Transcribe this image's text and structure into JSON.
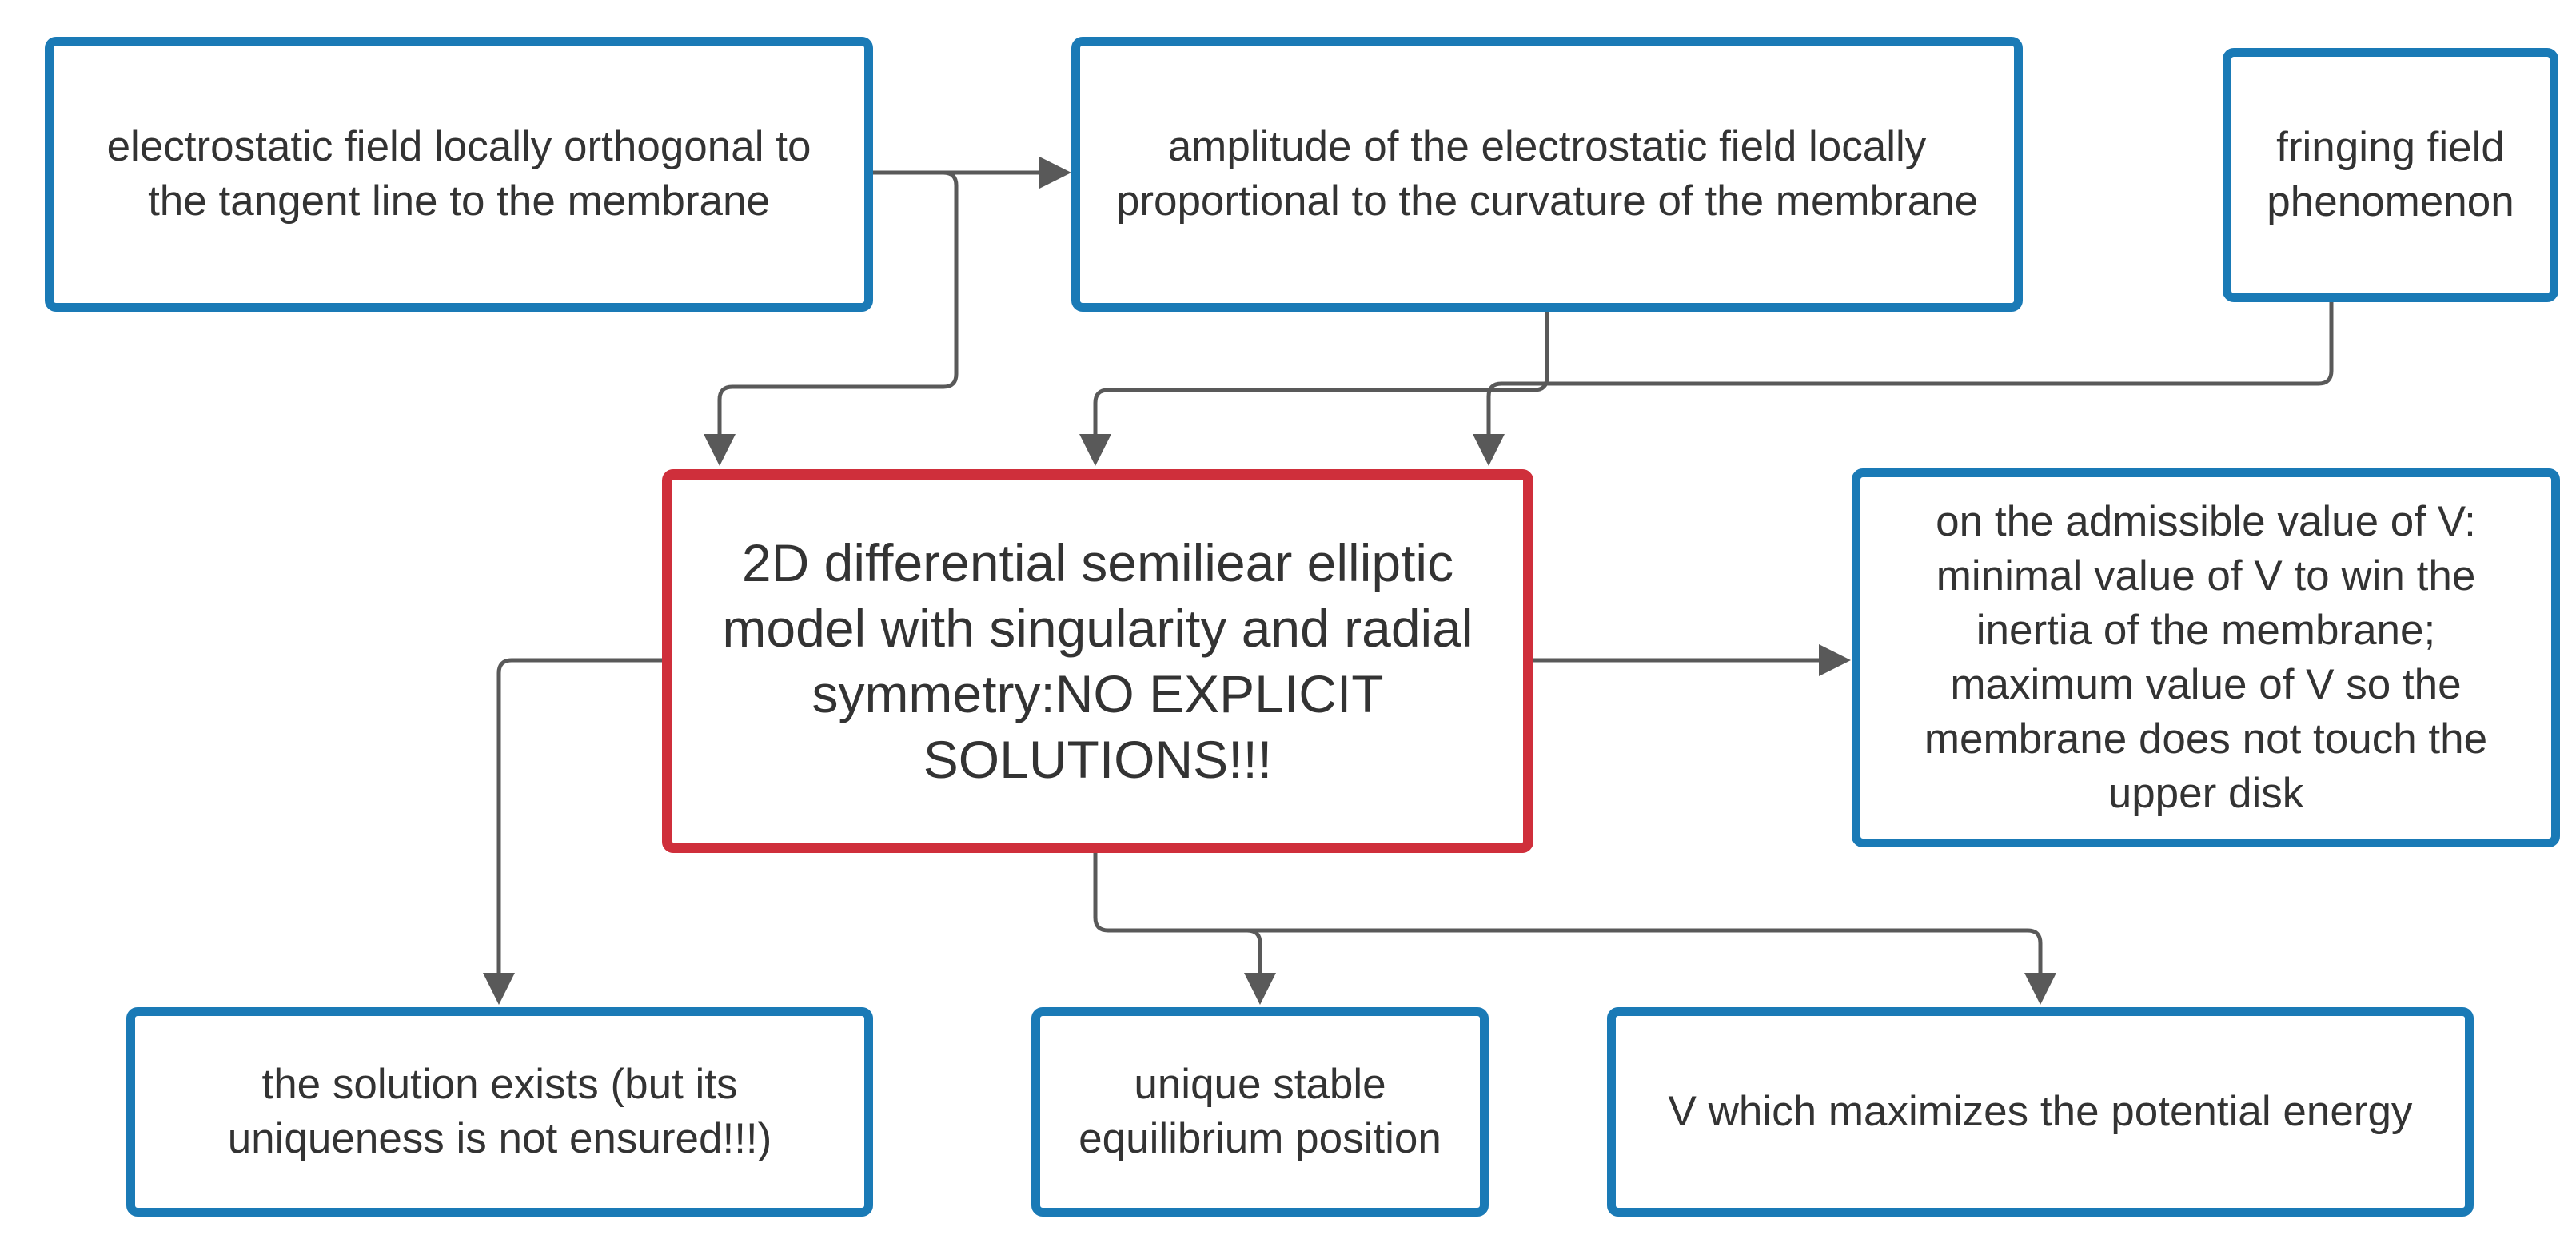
{
  "nodes": {
    "orthogonal_field": "electrostatic field locally orthogonal to the tangent line to the membrane",
    "amplitude_curvature": "amplitude of the electrostatic field locally proportional to the curvature of the membrane",
    "fringing_field": "fringing field phenomenon",
    "model": "2D differential semiliear elliptic model with singularity and radial symmetry:NO EXPLICIT SOLUTIONS!!!",
    "admissible_v": "on the admissible value of V: minimal value of V to win the inertia of the membrane; maximum value of V so the membrane does not touch the upper disk",
    "solution_exists": "the solution exists (but its uniqueness is not ensured!!!)",
    "unique_stable": "unique stable equilibrium position",
    "v_maximizes": "V which maximizes the potential energy"
  },
  "colors": {
    "node_border": "#1a7ab6",
    "main_border": "#cf2f3b",
    "connector": "#595959",
    "text": "#333333"
  }
}
